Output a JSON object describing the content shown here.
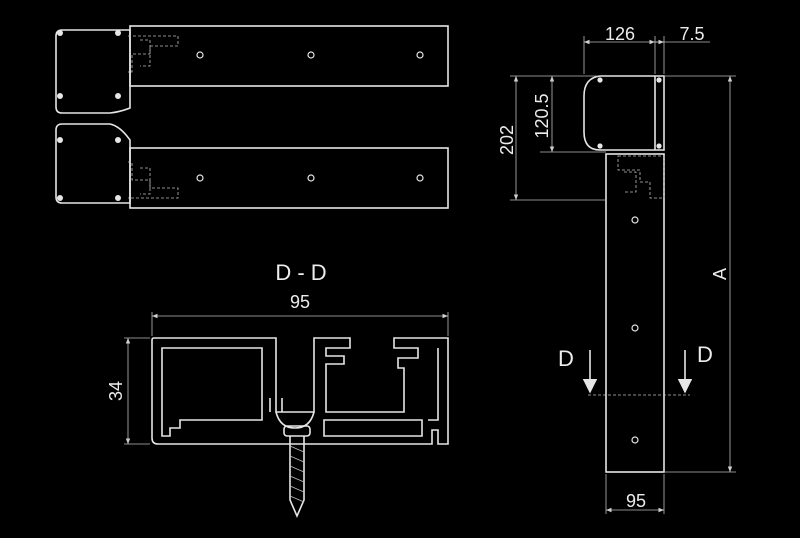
{
  "section": {
    "title": "D - D",
    "width": "95",
    "height": "34"
  },
  "side": {
    "top_width": "126",
    "offset": "7.5",
    "height_total": "202",
    "height_inner": "120.5",
    "length": "A",
    "bottom_width": "95",
    "cut_left": "D",
    "cut_right": "D"
  },
  "colors": {
    "background": "#000000",
    "line": "#e6e6e6",
    "dimension": "#bdbdbd"
  }
}
